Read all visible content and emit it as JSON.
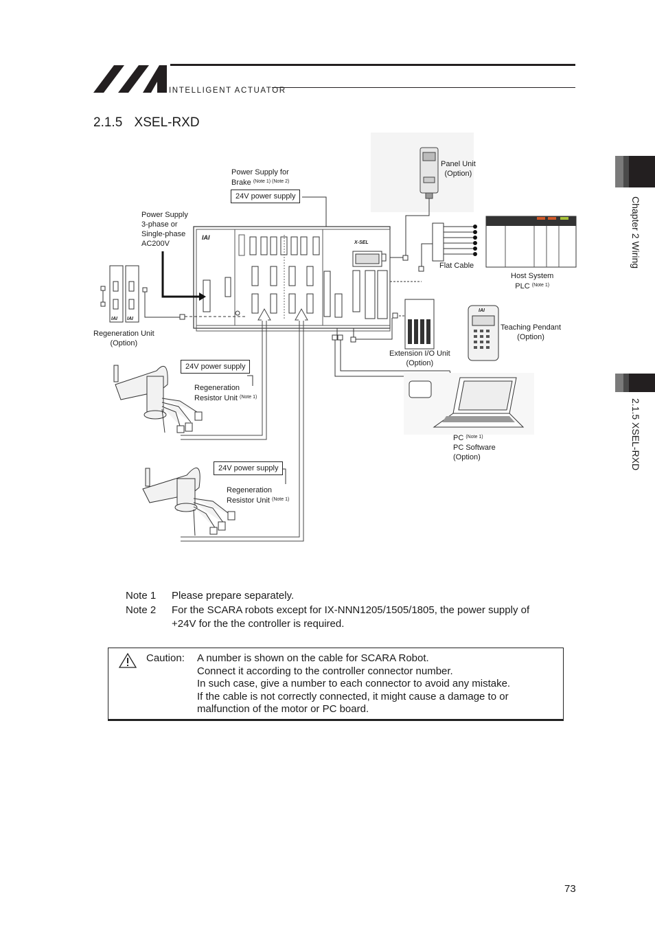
{
  "header": {
    "logo_text": "INTELLIGENT ACTUATOR"
  },
  "section": {
    "number": "2.1.5",
    "title": "XSEL-RXD"
  },
  "side_tabs": {
    "chapter": "Chapter 2 Wiring",
    "section": "2.1.5 XSEL-RXD"
  },
  "diagram": {
    "power_supply_brake": "Power Supply for",
    "power_supply_brake_2": "Brake",
    "power_supply_brake_note": "(Note 1) (Note 2)",
    "box_24v_top": "24V power supply",
    "power_supply_main": [
      "Power Supply",
      "3-phase or",
      "Single-phase",
      "AC200V"
    ],
    "panel_unit": "Panel Unit",
    "panel_unit_opt": "(Option)",
    "flat_cable": "Flat Cable",
    "host_system": "Host System",
    "plc": "PLC",
    "plc_note": "(Note 1)",
    "regen_unit": "Regeneration Unit",
    "regen_unit_opt": "(Option)",
    "teaching_pendant": "Teaching Pendant",
    "teaching_pendant_opt": "(Option)",
    "ext_io": "Extension I/O Unit",
    "ext_io_opt": "(Option)",
    "box_24v_robot1": "24V power supply",
    "regen_resistor_1": "Regeneration",
    "regen_resistor_1b": "Resistor Unit",
    "regen_resistor_1_note": "(Note 1)",
    "box_24v_robot2": "24V power supply",
    "regen_resistor_2": "Regeneration",
    "regen_resistor_2b": "Resistor Unit",
    "regen_resistor_2_note": "(Note 1)",
    "pc": "PC",
    "pc_note": "(Note 1)",
    "pc_software": "PC Software",
    "pc_software_opt": "(Option)",
    "controller_logo": "IAI",
    "controller_brand": "X-SEL",
    "pendant_brand": "IAI",
    "regen_brand_1": "IAI",
    "regen_brand_2": "IAI"
  },
  "notes": [
    {
      "label": "Note 1",
      "text": "Please prepare separately."
    },
    {
      "label": "Note 2",
      "text": "For the SCARA robots except for IX-NNN1205/1505/1805, the power supply of",
      "text2": "+24V for the the controller is required."
    }
  ],
  "caution": {
    "label": "Caution:",
    "lines": [
      "A number is shown on the cable for SCARA Robot.",
      "Connect it according to the controller connector number.",
      "In such case, give a number to each connector to avoid any mistake.",
      "If the cable is not correctly connected, it might cause a damage to or",
      "malfunction of the motor or PC board."
    ]
  },
  "page_number": "73"
}
